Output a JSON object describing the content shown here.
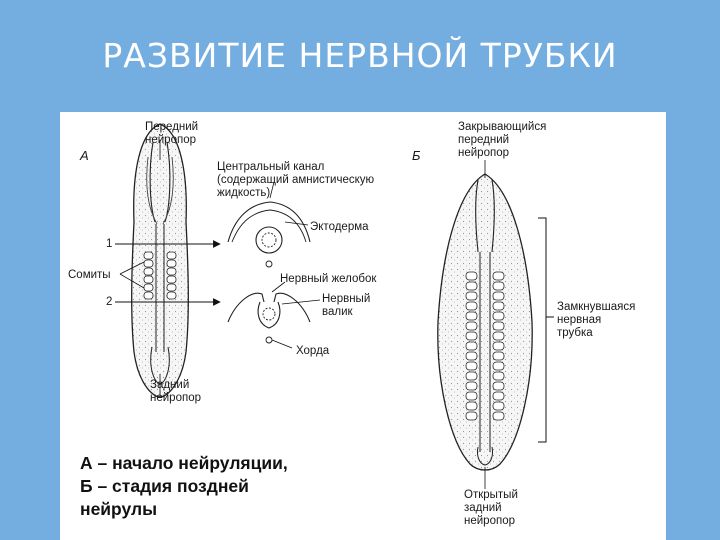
{
  "title": "РАЗВИТИЕ НЕРВНОЙ ТРУБКИ",
  "panel_a": {
    "letter": "А",
    "labels": {
      "anterior_neuropore": [
        "Передний",
        "нейропор"
      ],
      "central_canal": [
        "Центральный канал",
        "(содержащий амнистическую",
        "жидкость)"
      ],
      "ectoderm": "Эктодерма",
      "somites": "Сомиты",
      "neural_groove": "Нервный желобок",
      "neural_fold": [
        "Нервный",
        "валик"
      ],
      "chord": "Хорда",
      "posterior_neuropore": [
        "Задний",
        "нейропор"
      ],
      "section_1": "1",
      "section_2": "2"
    }
  },
  "panel_b": {
    "letter": "Б",
    "labels": {
      "closing_anterior_neuropore": [
        "Закрывающийся",
        "передний",
        "нейропор"
      ],
      "closed_neural_tube": [
        "Замкнувшаяся",
        "нервная",
        "трубка"
      ],
      "open_posterior_neuropore": [
        "Открытый",
        "задний",
        "нейропор"
      ]
    }
  },
  "caption": [
    "А – начало нейруляции,",
    "Б – стадия поздней",
    "нейрулы"
  ]
}
